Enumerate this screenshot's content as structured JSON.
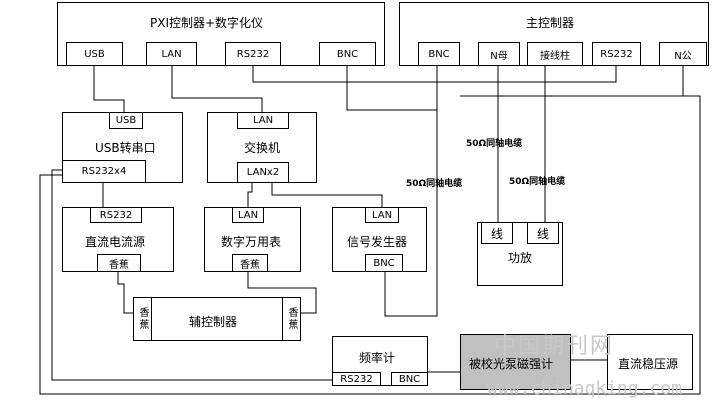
{
  "pxi": {
    "title": "PXI控制器+数字化仪",
    "ports": [
      "USB",
      "LAN",
      "RS232",
      "BNC"
    ]
  },
  "main_ctrl": {
    "title": "主控制器",
    "ports": [
      "BNC",
      "N母",
      "接线柱",
      "RS232",
      "N公"
    ]
  },
  "usb_serial": {
    "title": "USB转串口",
    "port_top": "USB",
    "port_bottom": "RS232x4"
  },
  "switch": {
    "title": "交换机",
    "port_top": "LAN",
    "port_bottom": "LANx2"
  },
  "dc_source": {
    "title": "直流电流源",
    "port_top": "RS232",
    "port_bottom": "香蕉"
  },
  "multimeter": {
    "title": "数字万用表",
    "port_top": "LAN",
    "port_bottom": "香蕉"
  },
  "sig_gen": {
    "title": "信号发生器",
    "port_top": "LAN",
    "port_bottom": "BNC"
  },
  "amplifier": {
    "title": "功放",
    "ports": [
      "线",
      "线"
    ]
  },
  "aux_ctrl": {
    "title": "辅控制器",
    "left_port": "香蕉",
    "right_port": "香蕉"
  },
  "freq_counter": {
    "title": "频率计",
    "ports": [
      "RS232",
      "BNC"
    ]
  },
  "dut": {
    "title": "被校光泵磁强计"
  },
  "dc_reg": {
    "title": "直流稳压源"
  },
  "cables": [
    "50Ω同轴电缆",
    "50Ω同轴电缆",
    "50Ω同轴电缆"
  ],
  "watermark": {
    "cn": "中国期刊网",
    "url": "www.chinaqking.com"
  },
  "colors": {
    "line": "#000000",
    "dut_fill": "#c0c0c0"
  }
}
